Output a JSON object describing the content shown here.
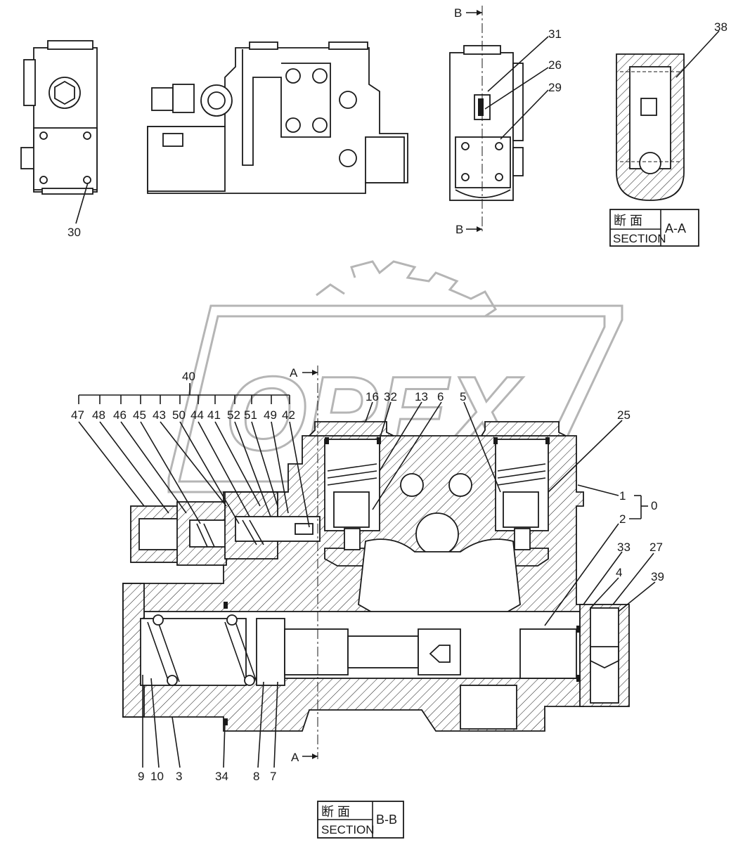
{
  "views": {
    "section_aa": {
      "title_jp": "断  面",
      "title_en": "SECTION",
      "suffix": "A-A"
    },
    "section_bb": {
      "title_jp": "断  面",
      "title_en": "SECTION",
      "suffix": "B-B"
    }
  },
  "cut_markers": {
    "b_top": "B",
    "b_bottom": "B",
    "a_top": "A",
    "a_bottom": "A"
  },
  "watermark": {
    "text": "OPEX"
  },
  "callouts": {
    "n30": "30",
    "n31": "31",
    "n26": "26",
    "n29": "29",
    "n38": "38",
    "n40": "40",
    "n47": "47",
    "n48": "48",
    "n46": "46",
    "n45": "45",
    "n43": "43",
    "n50": "50",
    "n44": "44",
    "n41": "41",
    "n52": "52",
    "n51": "51",
    "n49": "49",
    "n42": "42",
    "n16": "16",
    "n32": "32",
    "n13": "13",
    "n6": "6",
    "n5": "5",
    "n25": "25",
    "n1": "1",
    "n0": "0",
    "n2": "2",
    "n33": "33",
    "n27": "27",
    "n4": "4",
    "n39": "39",
    "n9": "9",
    "n10": "10",
    "n3": "3",
    "n34": "34",
    "n8": "8",
    "n7": "7"
  },
  "colors": {
    "ink": "#1a1a1a",
    "watermark": "#b5b5b5",
    "paper": "#ffffff"
  }
}
